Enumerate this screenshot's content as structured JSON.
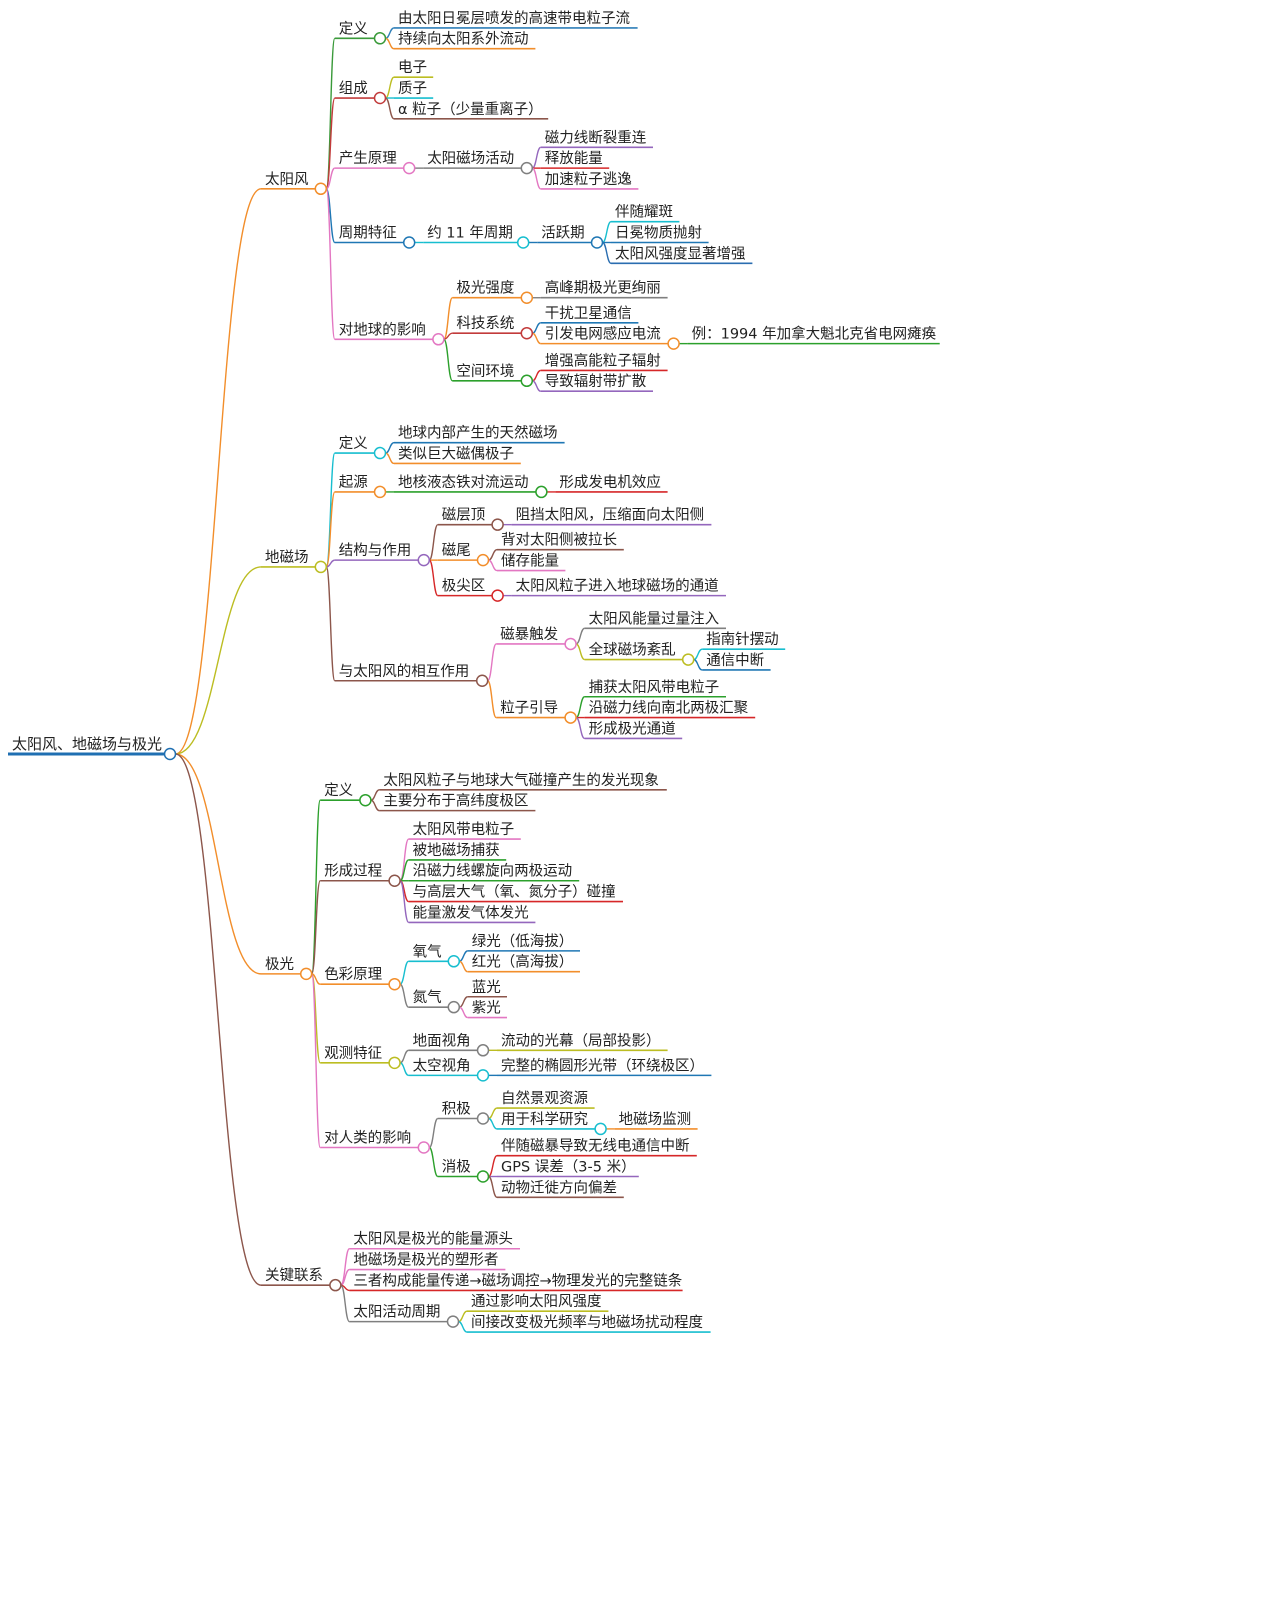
{
  "root": {
    "label": "太阳风、地磁场与极光",
    "color": "#1f6fb2",
    "children": [
      {
        "label": "太阳风",
        "color": "#f28e2b",
        "children": [
          {
            "label": "定义",
            "color": "#3a9a3a",
            "children": [
              {
                "label": "由太阳日冕层喷发的高速带电粒子流",
                "color": "#2e7fb8"
              },
              {
                "label": "持续向太阳系外流动",
                "color": "#f28e2b"
              }
            ]
          },
          {
            "label": "组成",
            "color": "#c23b3b",
            "children": [
              {
                "label": "电子",
                "color": "#bcbd22"
              },
              {
                "label": "质子",
                "color": "#17becf"
              },
              {
                "label": "α 粒子（少量重离子）",
                "color": "#8c564b"
              }
            ]
          },
          {
            "label": "产生原理",
            "color": "#e377c2",
            "children": [
              {
                "label": "太阳磁场活动",
                "color": "#7f7f7f",
                "children": [
                  {
                    "label": "磁力线断裂重连",
                    "color": "#9467bd"
                  },
                  {
                    "label": "释放能量",
                    "color": "#d62728"
                  },
                  {
                    "label": "加速粒子逃逸",
                    "color": "#e377c2"
                  }
                ]
              }
            ]
          },
          {
            "label": "周期特征",
            "color": "#1f77b4",
            "children": [
              {
                "label": "约 11 年周期",
                "color": "#17becf",
                "children": [
                  {
                    "label": "活跃期",
                    "color": "#1f77b4",
                    "children": [
                      {
                        "label": "伴随耀斑",
                        "color": "#17becf"
                      },
                      {
                        "label": "日冕物质抛射",
                        "color": "#1f77b4"
                      },
                      {
                        "label": "太阳风强度显著增强",
                        "color": "#2a6db0"
                      }
                    ]
                  }
                ]
              }
            ]
          },
          {
            "label": "对地球的影响",
            "color": "#e377c2",
            "children": [
              {
                "label": "极光强度",
                "color": "#f28e2b",
                "children": [
                  {
                    "label": "高峰期极光更绚丽",
                    "color": "#7f7f7f"
                  }
                ]
              },
              {
                "label": "科技系统",
                "color": "#c23b3b",
                "children": [
                  {
                    "label": "干扰卫星通信",
                    "color": "#1f77b4"
                  },
                  {
                    "label": "引发电网感应电流",
                    "color": "#f28e2b",
                    "children": [
                      {
                        "label": "例：1994 年加拿大魁北克省电网瘫痪",
                        "color": "#2ca02c"
                      }
                    ]
                  }
                ]
              },
              {
                "label": "空间环境",
                "color": "#2ca02c",
                "children": [
                  {
                    "label": "增强高能粒子辐射",
                    "color": "#d62728"
                  },
                  {
                    "label": "导致辐射带扩散",
                    "color": "#9467bd"
                  }
                ]
              }
            ]
          }
        ]
      },
      {
        "label": "地磁场",
        "color": "#bcbd22",
        "children": [
          {
            "label": "定义",
            "color": "#17becf",
            "children": [
              {
                "label": "地球内部产生的天然磁场",
                "color": "#1f77b4"
              },
              {
                "label": "类似巨大磁偶极子",
                "color": "#f28e2b"
              }
            ]
          },
          {
            "label": "起源",
            "color": "#f28e2b",
            "children": [
              {
                "label": "地核液态铁对流运动",
                "color": "#2ca02c",
                "children": [
                  {
                    "label": "形成发电机效应",
                    "color": "#d62728"
                  }
                ]
              }
            ]
          },
          {
            "label": "结构与作用",
            "color": "#9467bd",
            "children": [
              {
                "label": "磁层顶",
                "color": "#8c564b",
                "children": [
                  {
                    "label": "阻挡太阳风，压缩面向太阳侧",
                    "color": "#9467bd"
                  }
                ]
              },
              {
                "label": "磁尾",
                "color": "#f28e2b",
                "children": [
                  {
                    "label": "背对太阳侧被拉长",
                    "color": "#8c564b"
                  },
                  {
                    "label": "储存能量",
                    "color": "#e377c2"
                  }
                ]
              },
              {
                "label": "极尖区",
                "color": "#d62728",
                "children": [
                  {
                    "label": "太阳风粒子进入地球磁场的通道",
                    "color": "#9467bd"
                  }
                ]
              }
            ]
          },
          {
            "label": "与太阳风的相互作用",
            "color": "#8c564b",
            "children": [
              {
                "label": "磁暴触发",
                "color": "#e377c2",
                "children": [
                  {
                    "label": "太阳风能量过量注入",
                    "color": "#7f7f7f"
                  },
                  {
                    "label": "全球磁场紊乱",
                    "color": "#bcbd22",
                    "children": [
                      {
                        "label": "指南针摆动",
                        "color": "#17becf"
                      },
                      {
                        "label": "通信中断",
                        "color": "#1f77b4"
                      }
                    ]
                  }
                ]
              },
              {
                "label": "粒子引导",
                "color": "#f28e2b",
                "children": [
                  {
                    "label": "捕获太阳风带电粒子",
                    "color": "#2ca02c"
                  },
                  {
                    "label": "沿磁力线向南北两极汇聚",
                    "color": "#d62728"
                  },
                  {
                    "label": "形成极光通道",
                    "color": "#9467bd"
                  }
                ]
              }
            ]
          }
        ]
      },
      {
        "label": "极光",
        "color": "#f28e2b",
        "children": [
          {
            "label": "定义",
            "color": "#2ca02c",
            "children": [
              {
                "label": "太阳风粒子与地球大气碰撞产生的发光现象",
                "color": "#8c564b"
              },
              {
                "label": "主要分布于高纬度极区",
                "color": "#8c564b"
              }
            ]
          },
          {
            "label": "形成过程",
            "color": "#8c564b",
            "children": [
              {
                "label": "太阳风带电粒子",
                "color": "#e377c2"
              },
              {
                "label": "被地磁场捕获",
                "color": "#2ca02c"
              },
              {
                "label": "沿磁力线螺旋向两极运动",
                "color": "#2ca02c"
              },
              {
                "label": "与高层大气（氧、氮分子）碰撞",
                "color": "#d62728"
              },
              {
                "label": "能量激发气体发光",
                "color": "#9467bd"
              }
            ]
          },
          {
            "label": "色彩原理",
            "color": "#f28e2b",
            "children": [
              {
                "label": "氧气",
                "color": "#17becf",
                "children": [
                  {
                    "label": "绿光（低海拔）",
                    "color": "#1f77b4"
                  },
                  {
                    "label": "红光（高海拔）",
                    "color": "#f28e2b"
                  }
                ]
              },
              {
                "label": "氮气",
                "color": "#7f7f7f",
                "children": [
                  {
                    "label": "蓝光",
                    "color": "#8c564b"
                  },
                  {
                    "label": "紫光",
                    "color": "#e377c2"
                  }
                ]
              }
            ]
          },
          {
            "label": "观测特征",
            "color": "#bcbd22",
            "children": [
              {
                "label": "地面视角",
                "color": "#7f7f7f",
                "children": [
                  {
                    "label": "流动的光幕（局部投影）",
                    "color": "#bcbd22"
                  }
                ]
              },
              {
                "label": "太空视角",
                "color": "#17becf",
                "children": [
                  {
                    "label": "完整的椭圆形光带（环绕极区）",
                    "color": "#1f77b4"
                  }
                ]
              }
            ]
          },
          {
            "label": "对人类的影响",
            "color": "#e377c2",
            "children": [
              {
                "label": "积极",
                "color": "#7f7f7f",
                "children": [
                  {
                    "label": "自然景观资源",
                    "color": "#bcbd22"
                  },
                  {
                    "label": "用于科学研究",
                    "color": "#17becf",
                    "children": [
                      {
                        "label": "地磁场监测",
                        "color": "#f28e2b"
                      }
                    ]
                  }
                ]
              },
              {
                "label": "消极",
                "color": "#2ca02c",
                "children": [
                  {
                    "label": "伴随磁暴导致无线电通信中断",
                    "color": "#d62728"
                  },
                  {
                    "label": "GPS 误差（3-5 米）",
                    "color": "#9467bd"
                  },
                  {
                    "label": "动物迁徙方向偏差",
                    "color": "#8c564b"
                  }
                ]
              }
            ]
          }
        ]
      },
      {
        "label": "关键联系",
        "color": "#8c564b",
        "children": [
          {
            "label": "太阳风是极光的能量源头",
            "color": "#e377c2"
          },
          {
            "label": "地磁场是极光的塑形者",
            "color": "#e377c2"
          },
          {
            "label": "三者构成能量传递→磁场调控→物理发光的完整链条",
            "color": "#d62728"
          },
          {
            "label": "太阳活动周期",
            "color": "#7f7f7f",
            "children": [
              {
                "label": "通过影响太阳风强度",
                "color": "#bcbd22"
              },
              {
                "label": "间接改变极光频率与地磁场扰动程度",
                "color": "#17becf"
              }
            ]
          }
        ]
      }
    ]
  }
}
